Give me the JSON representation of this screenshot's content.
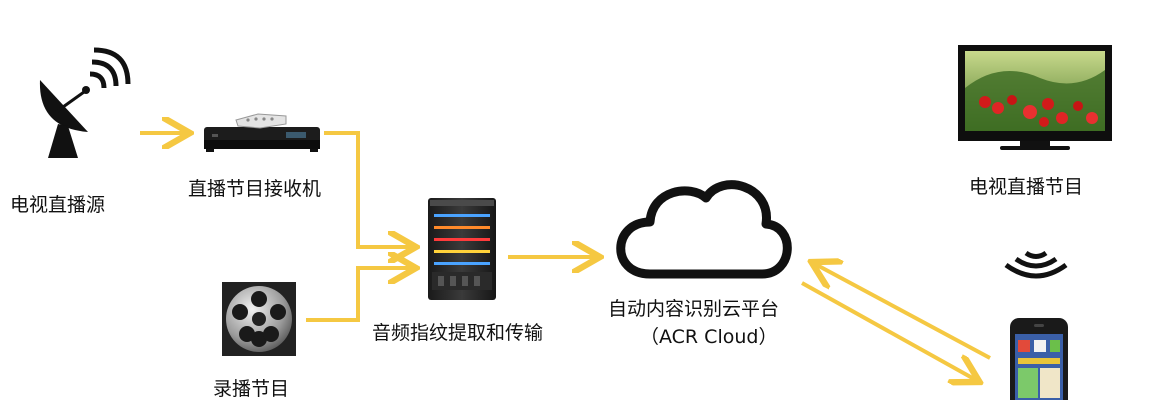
{
  "labels": {
    "broadcast_source": "电视直播源",
    "receiver": "直播节目接收机",
    "recorded": "录播节目",
    "fingerprint": "音频指纹提取和传输",
    "acr_platform": "自动内容识别云平台",
    "acr_cloud": "（ACR Cloud）",
    "tv_program": "电视直播节目"
  },
  "colors": {
    "arrow": "#f5c842",
    "dark": "#111111",
    "server_lights": [
      "#4aa3ff",
      "#ff8a2a",
      "#ff3b3b",
      "#ffd23a",
      "#4aa3ff"
    ]
  },
  "icons": [
    "satellite-dish-icon",
    "set-top-box-icon",
    "film-reel-icon",
    "server-icon",
    "cloud-icon",
    "tv-icon",
    "signal-waves-icon",
    "smartphone-icon"
  ]
}
